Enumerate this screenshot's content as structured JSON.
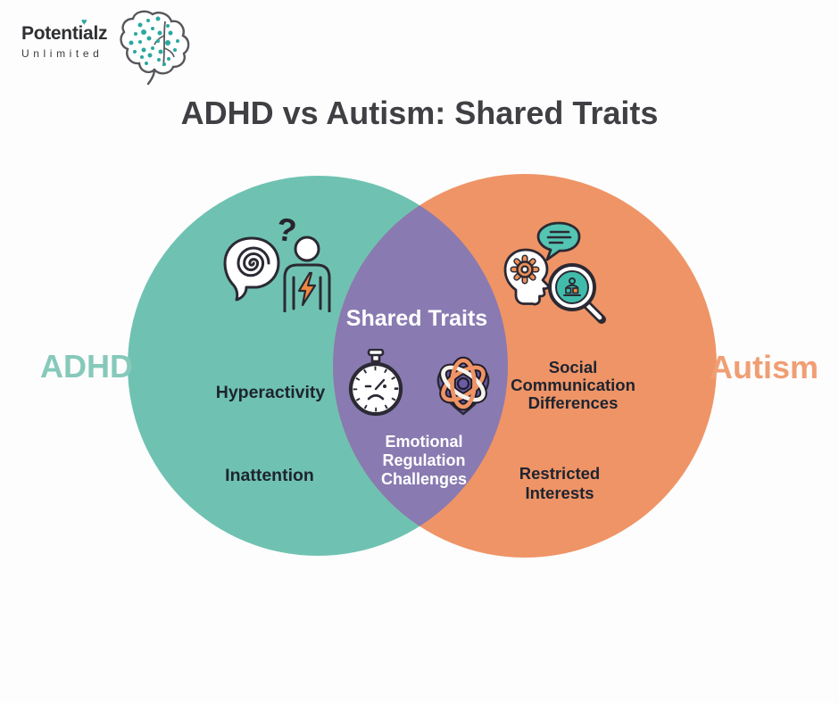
{
  "logo": {
    "brand": "Potentialz",
    "subtitle": "Unlimited",
    "heart_glyph": "♥",
    "heart_color": "#2aa8a0",
    "brain_icon": "brain-with-teal-dots"
  },
  "title": "ADHD vs Autism: Shared Traits",
  "diagram": {
    "type": "venn-2-circle",
    "left_circle": {
      "label": "ADHD",
      "fill": "#6fc2b1",
      "label_color": "#86c9ba",
      "question_glyph": "?",
      "icons": [
        "spiral-brain-head",
        "question-mark",
        "person-lightning"
      ],
      "traits": [
        "Hyperactivity",
        "Inattention"
      ]
    },
    "right_circle": {
      "label": "Autism",
      "fill": "#ef9466",
      "label_color": "#f09e73",
      "icons": [
        "speech-bubble",
        "head-with-gear",
        "magnifier-person"
      ],
      "traits": [
        "Social Communication Differences",
        "Restricted Interests"
      ]
    },
    "overlap": {
      "label": "Shared Traits",
      "fill": "#897ab1",
      "icons": [
        "sad-stopwatch",
        "tangled-knot"
      ],
      "traits": [
        "Emotional Regulation Challenges"
      ]
    }
  }
}
